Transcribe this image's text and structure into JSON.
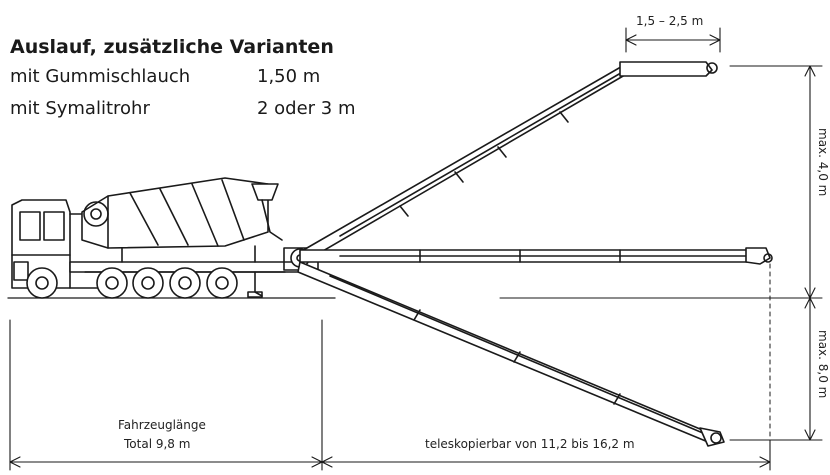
{
  "diagram": {
    "title": "Auslauf, zusätzliche Varianten",
    "options": [
      {
        "label": "mit Gummischlauch",
        "value": "1,50 m"
      },
      {
        "label": "mit Symalitrohr",
        "value": "2 oder 3 m"
      }
    ],
    "dimensions": {
      "boom_tip_range": "1,5 – 2,5 m",
      "height_above": "max. 4,0 m",
      "depth_below": "max. 8,0 m",
      "vehicle_length_caption": "Fahrzeuglänge",
      "vehicle_length_total": "Total 9,8 m",
      "telescopic_range": "teleskopierbar von 11,2 bis 16,2 m"
    }
  },
  "colors": {
    "line": "#1a1a1a",
    "background": "#ffffff"
  }
}
